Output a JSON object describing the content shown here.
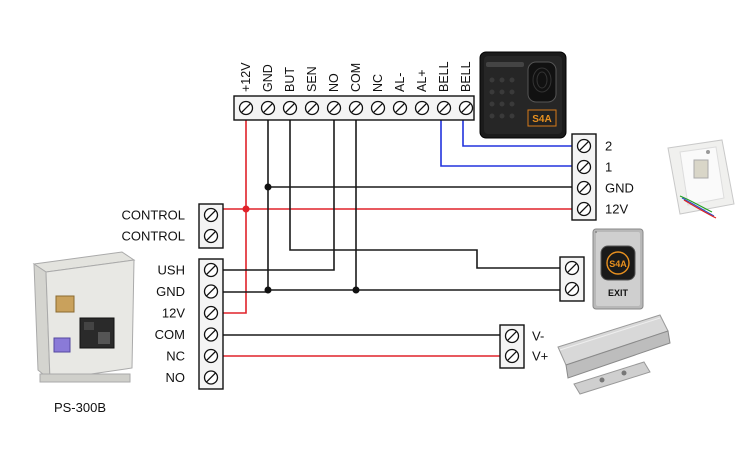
{
  "top_terminal": {
    "labels": [
      "+12V",
      "GND",
      "BUT",
      "SEN",
      "NO",
      "COM",
      "NC",
      "AL-",
      "AL+",
      "BELL",
      "BELL"
    ]
  },
  "reader": {
    "brand": "S4A"
  },
  "bell_terminal": {
    "labels": [
      "2",
      "1",
      "GND",
      "12V"
    ]
  },
  "control_terminal": {
    "labels": [
      "CONTROL",
      "CONTROL"
    ]
  },
  "psu_terminal": {
    "labels": [
      "USH",
      "GND",
      "12V",
      "COM",
      "NC",
      "NO"
    ]
  },
  "power_supply": {
    "model": "PS-300B"
  },
  "exit_button": {
    "brand": "S4A",
    "label": "EXIT"
  },
  "lock_terminal": {
    "labels": [
      "V-",
      "V+"
    ]
  },
  "colors": {
    "red": "#e0222a",
    "blue": "#2233dd",
    "black": "#1a1a1a"
  }
}
